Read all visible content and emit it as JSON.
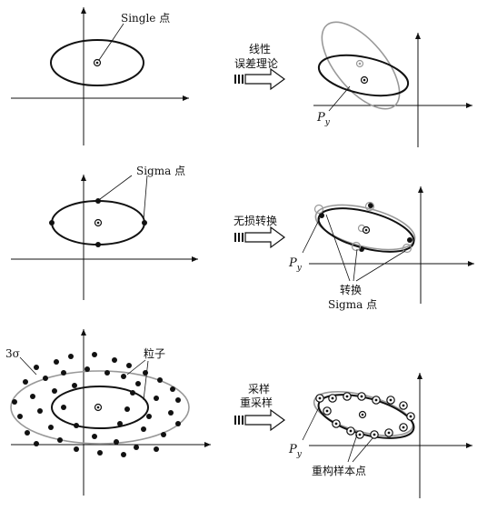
{
  "panels": {
    "row1_left": {
      "label": "Single 点"
    },
    "row1_arrow": {
      "line1": "线性",
      "line2": "误差理论"
    },
    "row1_right": {
      "label_p": "P",
      "label_sub": "y"
    },
    "row2_left": {
      "label": "Sigma 点"
    },
    "row2_arrow": {
      "line1": "无损转换"
    },
    "row2_right": {
      "label_p": "P",
      "label_sub": "y",
      "label_conv_1": "转换",
      "label_conv_2": "Sigma 点"
    },
    "row3_left": {
      "label_3sigma": "3σ",
      "label_particles": "粒子"
    },
    "row3_arrow": {
      "line1": "采样",
      "line2": "重采样"
    },
    "row3_right": {
      "label_p": "P",
      "label_sub": "y",
      "label_resample": "重构样本点"
    }
  },
  "colors": {
    "ink": "#111111",
    "gray": "#999999",
    "white": "#ffffff"
  }
}
